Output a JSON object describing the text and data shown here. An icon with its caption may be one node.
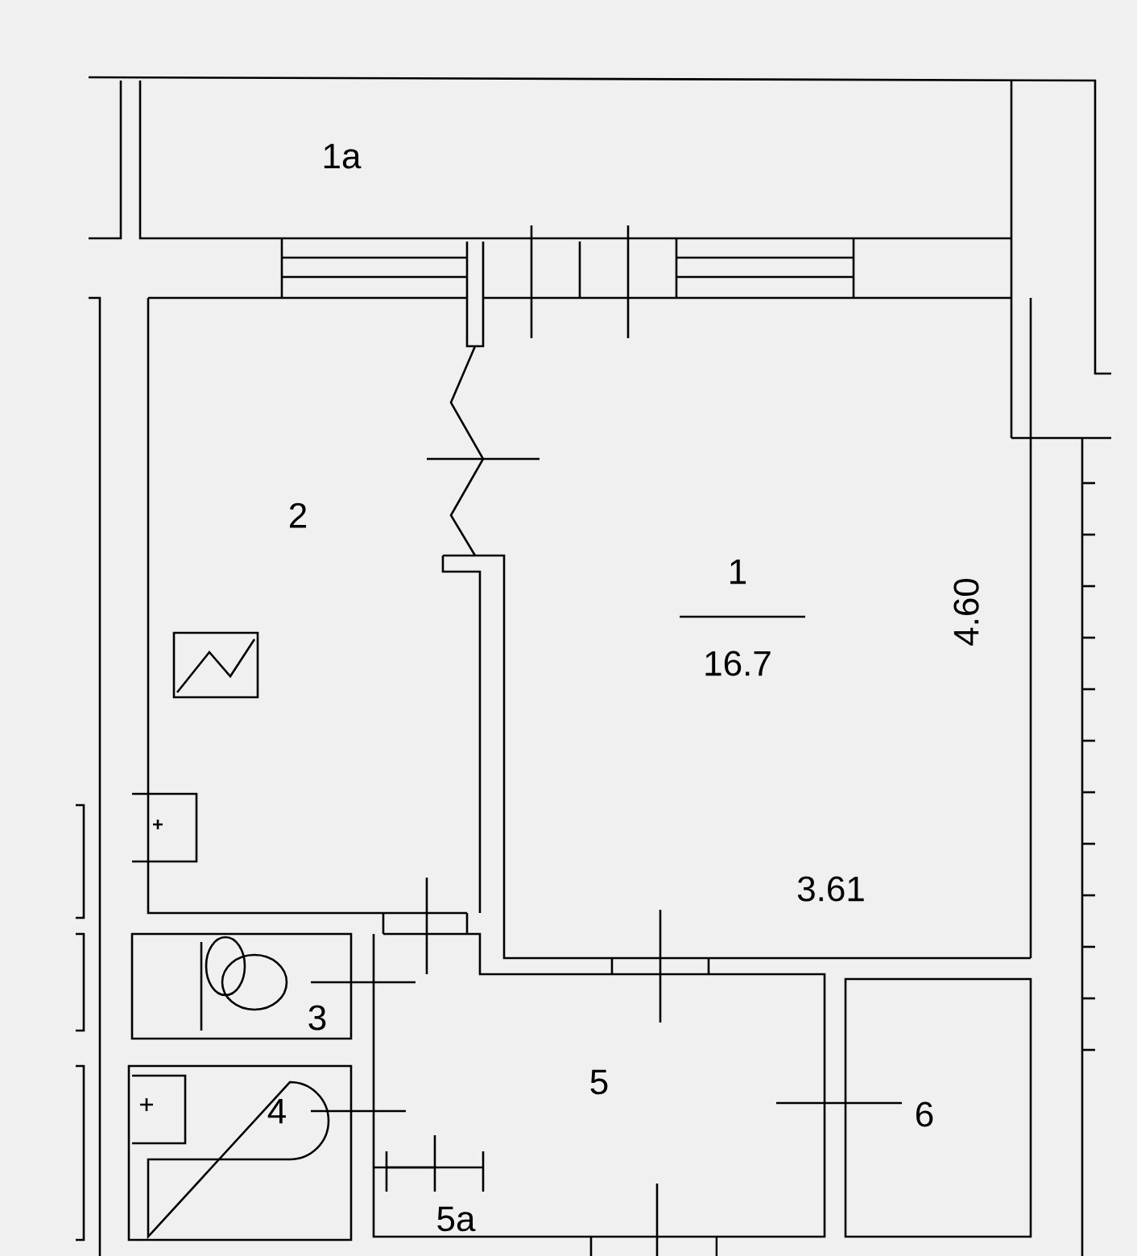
{
  "diagram": {
    "labels": [
      "1а",
      "2",
      "1",
      "16.7",
      "4.60",
      "3.61",
      "3",
      "4",
      "5",
      "6",
      "5а"
    ]
  }
}
